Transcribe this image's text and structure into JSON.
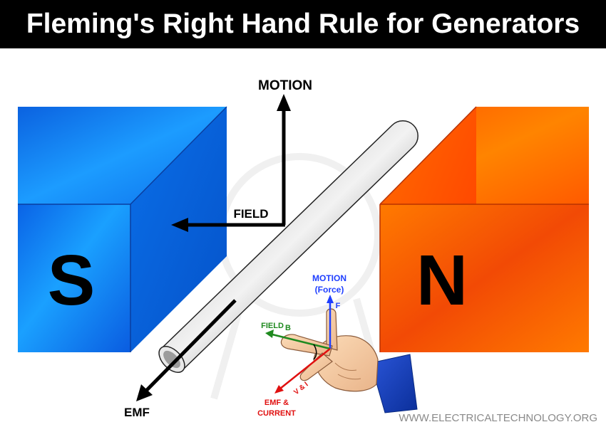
{
  "title": "Fleming's Right Hand Rule for Generators",
  "labels": {
    "motion": "MOTION",
    "field": "FIELD",
    "emf": "EMF",
    "south": "S",
    "north": "N"
  },
  "hand": {
    "motion": "MOTION",
    "force": "(Force)",
    "f": "F",
    "field": "FIELD",
    "b": "B",
    "vi": "V & I",
    "emf": "EMF &",
    "current": "CURRENT"
  },
  "watermark": "WWW.ELECTRICALTECHNOLOGY.ORG",
  "colors": {
    "south_magnet": "#0a7ff0",
    "north_magnet": "#ff6a00",
    "hand_motion": "#1f3fff",
    "hand_field": "#1f8a1f",
    "hand_emf": "#e01010"
  }
}
